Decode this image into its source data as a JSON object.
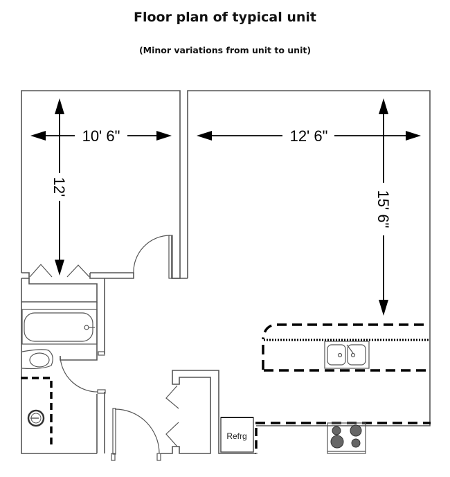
{
  "title": "Floor plan of typical unit",
  "subtitle": "(Minor variations from unit to unit)",
  "dimensions": {
    "bedroom_width": "10' 6\"",
    "bedroom_depth": "12'",
    "living_width": "12' 6\"",
    "living_depth": "15' 6\""
  },
  "fixtures": {
    "refrigerator_label": "Refrg"
  },
  "rooms": [
    "bedroom",
    "bathroom",
    "living-room",
    "kitchen",
    "closet",
    "entry"
  ]
}
